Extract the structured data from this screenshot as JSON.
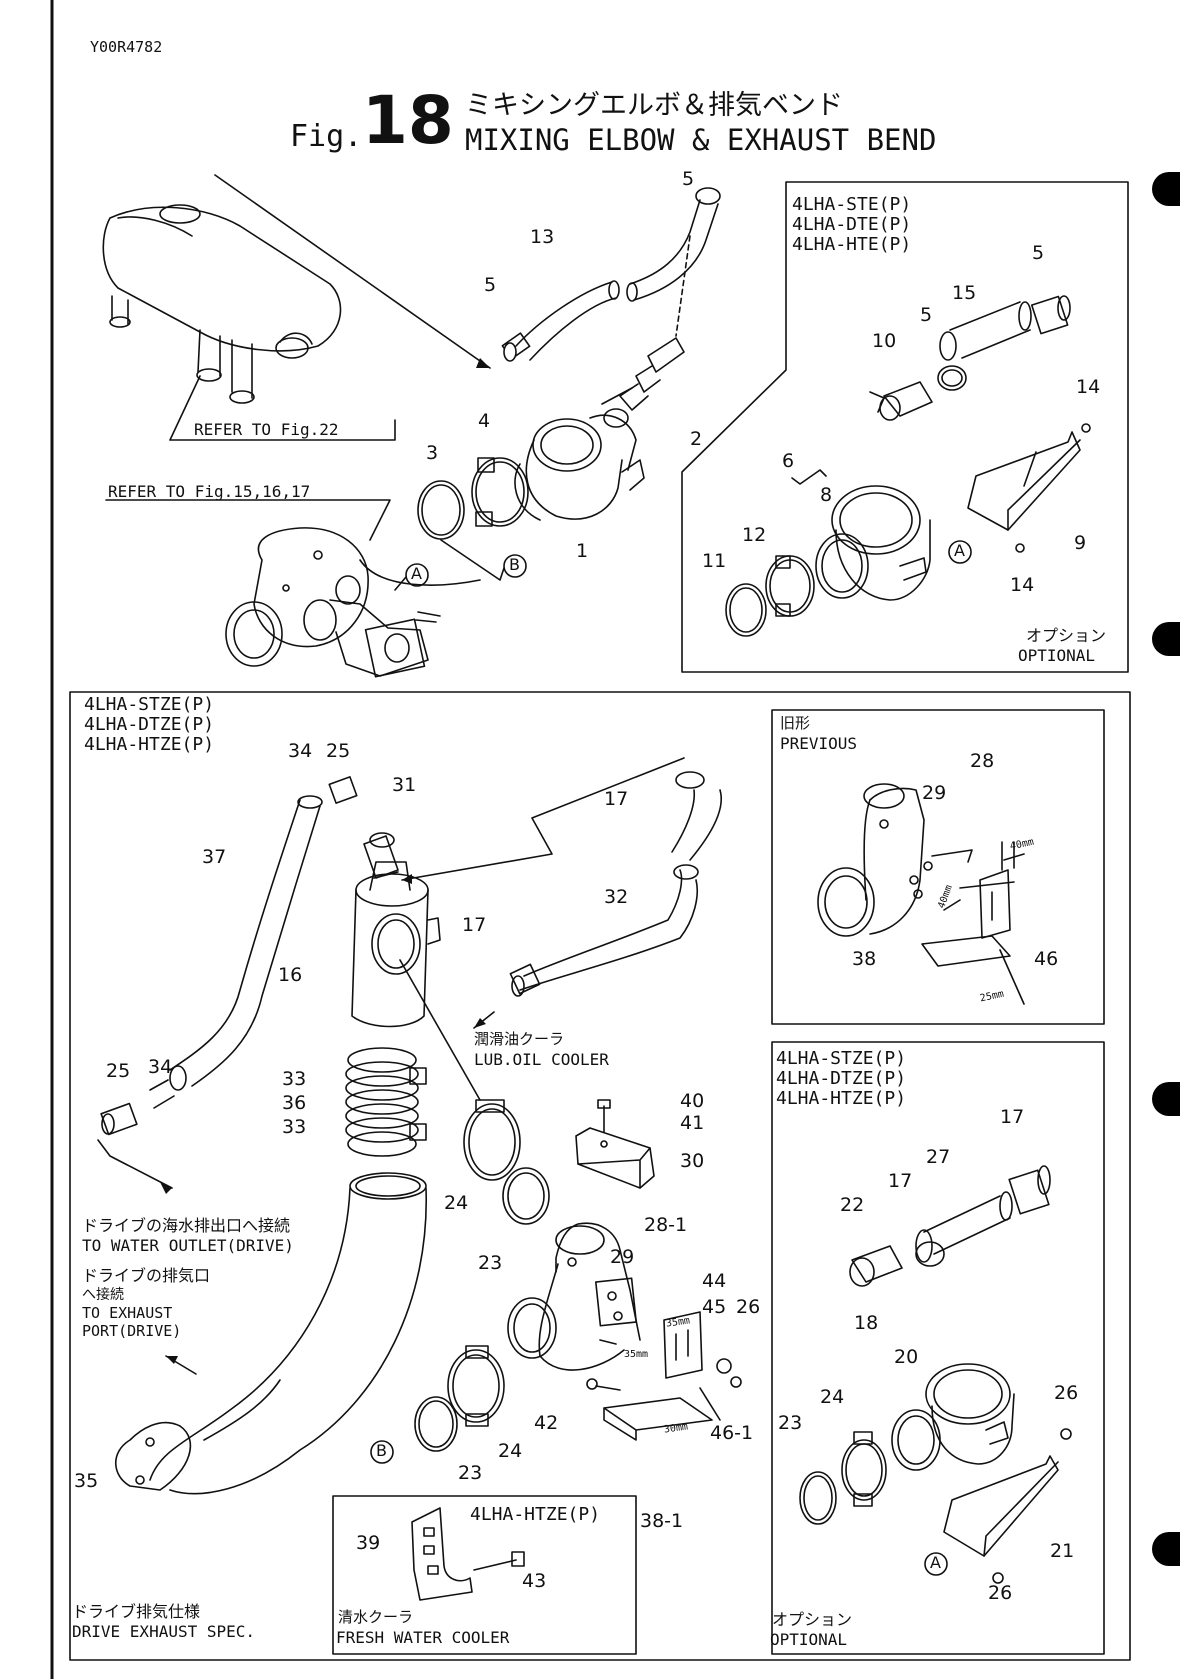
{
  "doc_code": "Y00R4782",
  "title": {
    "fig_prefix": "Fig.",
    "fig_number": "18",
    "jp": "ミキシングエルボ＆排気ベンド",
    "en": "MIXING ELBOW & EXHAUST BEND"
  },
  "references": {
    "fig22": "REFER TO Fig.22",
    "fig15": "REFER TO Fig.15,16,17"
  },
  "top_options_box": {
    "models": [
      "4LHA-STE(P)",
      "4LHA-DTE(P)",
      "4LHA-HTE(P)"
    ],
    "optional_jp": "オプション",
    "optional_en": "OPTIONAL"
  },
  "lower_box": {
    "models": [
      "4LHA-STZE(P)",
      "4LHA-DTZE(P)",
      "4LHA-HTZE(P)"
    ],
    "lub_cooler_jp": "潤滑油クーラ",
    "lub_cooler_en": "LUB.OIL COOLER",
    "water_outlet_jp": "ドライブの海水排出口へ接続",
    "water_outlet_en": "TO WATER OUTLET(DRIVE)",
    "exhaust_jp_1": "ドライブの排気口",
    "exhaust_jp_2": "へ接続",
    "exhaust_en_1": "TO EXHAUST",
    "exhaust_en_2": "PORT(DRIVE)",
    "drive_spec_jp": "ドライブ排気仕様",
    "drive_spec_en": "DRIVE EXHAUST SPEC."
  },
  "previous_box": {
    "label_jp": "旧形",
    "label_en": "PREVIOUS",
    "dims": [
      "40mm",
      "40mm",
      "25mm"
    ]
  },
  "lower_options_box": {
    "models": [
      "4LHA-STZE(P)",
      "4LHA-DTZE(P)",
      "4LHA-HTZE(P)"
    ],
    "optional_jp": "オプション",
    "optional_en": "OPTIONAL"
  },
  "htze_box": {
    "model": "4LHA-HTZE(P)",
    "fresh_jp": "清水クーラ",
    "fresh_en": "FRESH WATER COOLER"
  },
  "mid_dims": [
    "35mm",
    "35mm",
    "30mm"
  ],
  "circle_markers": [
    "A",
    "B"
  ],
  "part_numbers": {
    "p1": "1",
    "p2": "2",
    "p3": "3",
    "p4": "4",
    "p5": "5",
    "p6": "6",
    "p8": "8",
    "p9": "9",
    "p10": "10",
    "p11": "11",
    "p12": "12",
    "p13": "13",
    "p14": "14",
    "p15": "15",
    "p16": "16",
    "p17": "17",
    "p18": "18",
    "p20": "20",
    "p21": "21",
    "p22": "22",
    "p23": "23",
    "p24": "24",
    "p25": "25",
    "p26": "26",
    "p27": "27",
    "p28": "28",
    "p28_1": "28-1",
    "p29": "29",
    "p30": "30",
    "p31": "31",
    "p32": "32",
    "p33": "33",
    "p34": "34",
    "p35": "35",
    "p36": "36",
    "p37": "37",
    "p38": "38",
    "p38_1": "38-1",
    "p39": "39",
    "p40": "40",
    "p41": "41",
    "p42": "42",
    "p43": "43",
    "p44": "44",
    "p45": "45",
    "p46": "46",
    "p46_1": "46-1"
  }
}
